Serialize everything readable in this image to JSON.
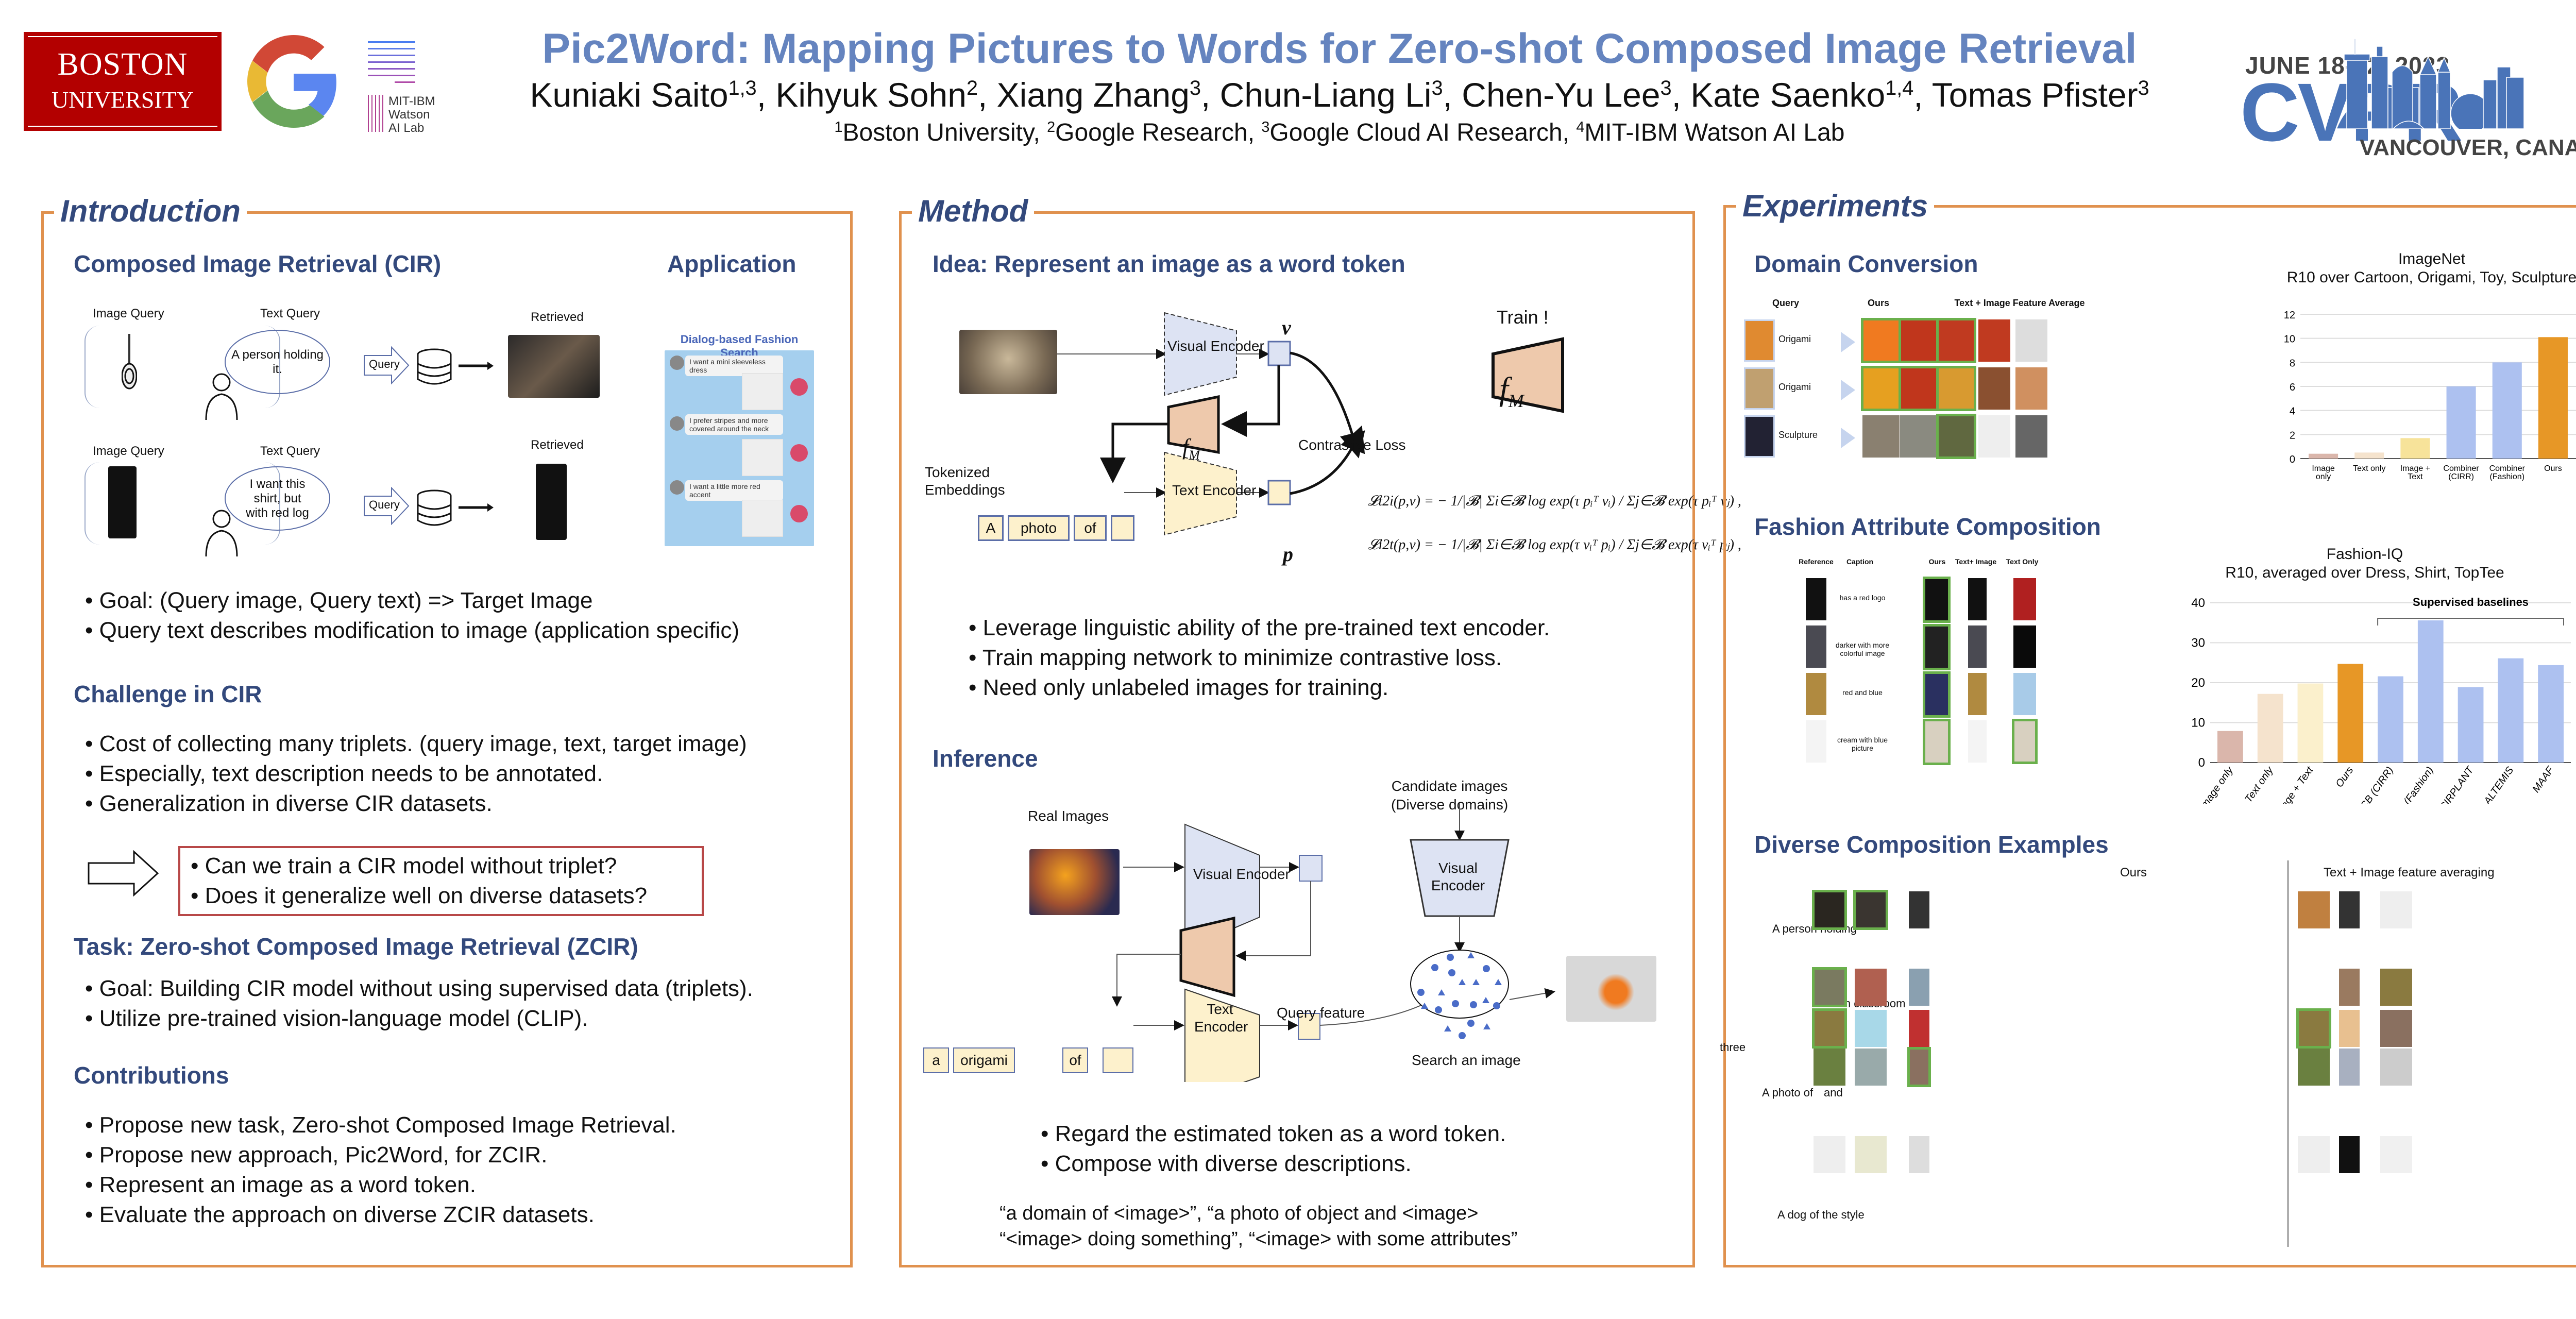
{
  "header": {
    "logos": {
      "bu_line1": "BOSTON",
      "bu_line2": "UNIVERSITY",
      "mit_line1": "MIT-IBM",
      "mit_line2": "Watson",
      "mit_line3": "AI Lab"
    },
    "title": "Pic2Word: Mapping Pictures to Words for Zero-shot Composed Image Retrieval",
    "authors": [
      {
        "name": "Kuniaki Saito",
        "aff": "1,3"
      },
      {
        "name": "Kihyuk Sohn",
        "aff": "2"
      },
      {
        "name": "Xiang Zhang",
        "aff": "3"
      },
      {
        "name": "Chun-Liang Li",
        "aff": "3"
      },
      {
        "name": "Chen-Yu Lee",
        "aff": "3"
      },
      {
        "name": "Kate Saenko",
        "aff": "1,4"
      },
      {
        "name": "Tomas Pfister",
        "aff": "3"
      }
    ],
    "affiliations": [
      {
        "n": "1",
        "name": "Boston University"
      },
      {
        "n": "2",
        "name": "Google Research"
      },
      {
        "n": "3",
        "name": "Google Cloud AI Research"
      },
      {
        "n": "4",
        "name": "MIT-IBM Watson AI Lab"
      }
    ],
    "conference": {
      "date": "JUNE 18-22, 2023",
      "name": "CVPR",
      "location": "VANCOUVER, CANADA"
    }
  },
  "introduction": {
    "title": "Introduction",
    "cir_heading": "Composed Image Retrieval (CIR)",
    "application_heading": "Application",
    "diagram": {
      "image_query": "Image Query",
      "text_query": "Text Query",
      "retrieved": "Retrieved",
      "query_label": "Query",
      "example1_text": "A person holding it.",
      "example2_text": "I want this shirt, but with red log"
    },
    "fashion_search": {
      "title": "Dialog-based Fashion Search",
      "messages": [
        "I want a mini sleeveless dress",
        "I prefer stripes and more covered around the neck",
        "I want a little more red accent"
      ]
    },
    "cir_bullets": [
      "Goal: (Query image, Query text)  => Target Image",
      "Query text describes modification to image (application specific)"
    ],
    "challenge_heading": "Challenge in CIR",
    "challenge_bullets": [
      "Cost of collecting many triplets. (query image, text, target image)",
      "Especially, text description needs to be annotated.",
      "Generalization in diverse CIR datasets."
    ],
    "questions": [
      "Can we train a CIR model without triplet?",
      "Does it generalize well on diverse datasets?"
    ],
    "task_heading": "Task: Zero-shot Composed Image Retrieval (ZCIR)",
    "task_bullets": [
      "Goal: Building CIR model without using supervised data (triplets).",
      "Utilize pre-trained vision-language model (CLIP)."
    ],
    "contrib_heading": "Contributions",
    "contrib_bullets": [
      "Propose new task, Zero-shot Composed Image Retrieval.",
      "Propose new approach, Pic2Word, for ZCIR.",
      "Represent an image as a word token.",
      "Evaluate the approach on diverse ZCIR datasets."
    ]
  },
  "method": {
    "title": "Method",
    "idea_heading": "Idea: Represent an image as a word token",
    "train_diagram": {
      "visual_encoder": "Visual Encoder",
      "text_encoder": "Text Encoder",
      "v_label": "v",
      "p_label": "p",
      "fm_label": "f",
      "fm_sub": "M",
      "contrastive_loss": "Contrastive Loss",
      "tokenized": "Tokenized Embeddings",
      "tokens": [
        "A",
        "photo",
        "of",
        ""
      ],
      "train_label": "Train !",
      "formula_t2i": "𝓛t2i(p,v) = − 1/|𝓑| Σi∈𝓑 log  exp(τ pᵢᵀ vᵢ) / Σj∈𝓑 exp(τ pᵢᵀ vⱼ) ,",
      "formula_i2t": "𝓛i2t(p,v) = − 1/|𝓑| Σi∈𝓑 log  exp(τ vᵢᵀ pᵢ) / Σj∈𝓑 exp(τ vᵢᵀ pⱼ) ,"
    },
    "idea_bullets": [
      "Leverage linguistic ability of the pre-trained text encoder.",
      "Train mapping network to minimize contrastive loss.",
      "Need only unlabeled images for training."
    ],
    "inference_heading": "Inference",
    "inference_diagram": {
      "real_images": "Real Images",
      "candidate": "Candidate images",
      "candidate_sub": "(Diverse domains)",
      "visual_encoder": "Visual Encoder",
      "text_encoder": "Text Encoder",
      "query_feature": "Query feature",
      "search": "Search an image",
      "tokens": [
        "a",
        "origami",
        "of",
        ""
      ]
    },
    "inference_bullets": [
      "Regard the estimated token as a word token.",
      "Compose with diverse descriptions."
    ],
    "templates_line1": "“a domain of <image>”,   “a photo of object and <image>",
    "templates_line2": "“<image> doing something”,   “<image> with some attributes”"
  },
  "experiments": {
    "title": "Experiments",
    "domain_heading": "Domain Conversion",
    "domain_cols": [
      "Query",
      "Ours",
      "Text + Image Feature Average"
    ],
    "domain_rows": [
      "Origami",
      "Origami",
      "Sculpture"
    ],
    "fashion_heading": "Fashion Attribute Composition",
    "fashion_cols": [
      "Reference",
      "Caption",
      "Ours",
      "Text+ Image",
      "Text Only"
    ],
    "fashion_captions": [
      "has a red logo",
      "darker with more colorful image",
      "red and blue",
      "cream with blue picture"
    ],
    "diverse_heading": "Diverse Composition Examples",
    "diverse_cols": [
      "Ours",
      "Text + Image feature averaging"
    ],
    "diverse_rows": [
      "A person holding",
      "in classroom",
      "three",
      "A photo of",
      "and",
      "A dog of the style"
    ]
  },
  "chart_data": [
    {
      "type": "bar",
      "title": "ImageNet",
      "subtitle": "R10 over Cartoon, Origami, Toy, Sculpture",
      "categories": [
        "Image only",
        "Text only",
        "Image + Text",
        "Combiner (CIRR)",
        "Combiner (Fashion)",
        "Ours"
      ],
      "values": [
        0.4,
        0.5,
        1.7,
        6.0,
        8.0,
        10.1
      ],
      "colors": [
        "#dab6ab",
        "#f5e3cd",
        "#f7e39a",
        "#adc1f0",
        "#adc1f0",
        "#e79726"
      ],
      "ylim": [
        0,
        12
      ],
      "yticks": [
        0,
        2,
        4,
        6,
        8,
        10,
        12
      ],
      "grid": true,
      "xlabel": "",
      "ylabel": ""
    },
    {
      "type": "bar",
      "title": "Fashion-IQ",
      "subtitle": "R10, averaged over Dress, Shirt, TopTee",
      "categories": [
        "Image only",
        "Text only",
        "Image + Text",
        "Ours",
        "CB (CIRR)",
        "CB (Fashion)",
        "CIRPLANT",
        "ALTEMIS",
        "MAAF"
      ],
      "values": [
        7.9,
        17.2,
        19.8,
        24.7,
        21.6,
        35.6,
        18.9,
        26.1,
        24.4
      ],
      "colors": [
        "#dab6ab",
        "#f5e3cd",
        "#fbf0cc",
        "#e79726",
        "#adc1f0",
        "#adc1f0",
        "#adc1f0",
        "#adc1f0",
        "#adc1f0"
      ],
      "ylim": [
        0,
        40
      ],
      "yticks": [
        0,
        10,
        20,
        30,
        40
      ],
      "grid": true,
      "annotation": "Supervised baselines",
      "annotation_span": [
        "CB (CIRR)",
        "MAAF"
      ],
      "xlabel": "",
      "ylabel": ""
    }
  ]
}
